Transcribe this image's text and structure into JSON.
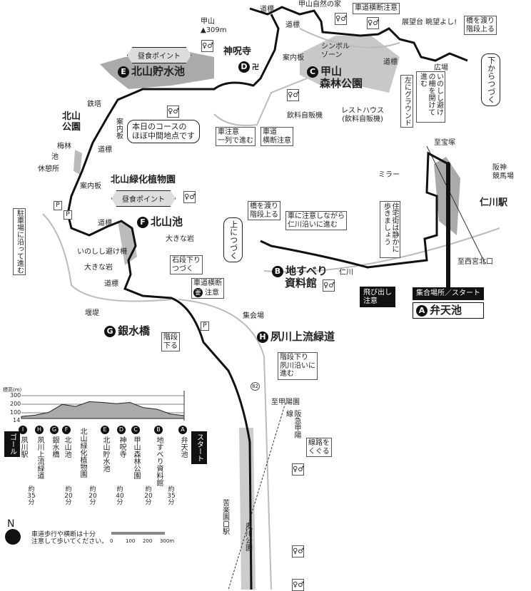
{
  "places": {
    "A": {
      "badge": "A",
      "name": "弁天池"
    },
    "B": {
      "badge": "B",
      "name1": "地すべり",
      "name2": "資料館"
    },
    "C": {
      "badge": "C",
      "name1": "甲山",
      "name2": "森林公園"
    },
    "D": {
      "badge": "D",
      "name": "神呪寺",
      "sym": "卍"
    },
    "E": {
      "badge": "E",
      "name": "北山貯水池"
    },
    "F": {
      "badge": "F",
      "name": "北山池"
    },
    "G": {
      "badge": "G",
      "name": "銀水橋"
    },
    "H": {
      "badge": "H",
      "name": "夙川上流緑道"
    }
  },
  "labels": {
    "kabutoyama_nature": "甲山自然の家",
    "michi1": "道標",
    "michi2": "道標",
    "crossing1": "車道横断注意",
    "view": "展望台 眺望よし!",
    "bridge1": "橋を渡り\n階段上る",
    "kabutoyama": "甲山",
    "summit": "▲309m",
    "lunch1": "昼食ポイント",
    "annai1": "案内板",
    "symbol": "シンボル\nゾーン",
    "michi3": "道標",
    "hiroba": "広場",
    "cont_from_below": "下からつづく",
    "left_ground": "左にグラウンド",
    "inoshishi_gate": "いのしし避けの柵を開けて進む",
    "resthouse": "レストハウス\n(飲料自販機)",
    "vending": "飲料自販機",
    "car_line": "車注意\n一列で進む",
    "crossing2": "車道\n横断注意",
    "midpoint": "本日のコースの\nほぼ中間地点です",
    "tower": "鉄塔",
    "annai2": "案内板",
    "kitayama_park": "北山\n公園",
    "plum": "梅林",
    "pond": "池",
    "rest": "休憩所",
    "michi4": "道標",
    "annai3": "案内板",
    "botanical": "北山緑化植物園",
    "lunch2": "昼食ポイント",
    "to_takarazuka": "至宝塚",
    "mirror": "ミラー",
    "racecourse": "阪神\n競馬場",
    "nigawa_st": "仁川駅",
    "residential": "住宅街は静かに歩きましょう",
    "bridge2": "橋を渡り\n階段上る",
    "car_caution": "車に注意しながら\n仁川沿いに進む",
    "cont_above": "上につづく",
    "nigawa_river": "仁川",
    "to_nishinomiya": "至西宮北口",
    "dash_out": "飛び出し\n注意",
    "start_banner": "集合場所／スタート",
    "parking_along": "駐車場に沿って進む",
    "michi5": "道標",
    "big_rock1": "大きな岩",
    "inoshishi_fence": "いのしし避け柵",
    "big_rock2": "大きな岩",
    "stone_steps": "石段下り\nつづく",
    "michi6": "道標",
    "weir": "堰堤",
    "crossing3a": "車道横断",
    "crossing3b": "注意",
    "caution_mark": "要",
    "steps_down": "階段\n下る",
    "meeting_hall": "集会場",
    "steps_river": "階段下り\n夙川沿いに\n進む",
    "route82": "82",
    "to_koyoen": "至甲陽園",
    "hankyu_koyo": "阪急甲陽線",
    "under_track": "線路を\nくぐる",
    "kurakuenguchi": "苦楽園口駅",
    "shukugawa_park": "夙川公園",
    "parking": "P",
    "toilet": "♀♂"
  },
  "elevation_profile": {
    "unit_label": "標高(m)",
    "ticks": [
      "300",
      "200",
      "100",
      "14"
    ],
    "goal": "ゴール",
    "start": "スタート",
    "stops": [
      {
        "badge": "I",
        "name": "夙川駅"
      },
      {
        "badge": "H",
        "name": "夙川上流緑道"
      },
      {
        "badge": "G",
        "name": "銀水橋"
      },
      {
        "badge": "F",
        "name": "北山池"
      },
      {
        "badge": "",
        "name": "北山緑化植物園"
      },
      {
        "badge": "E",
        "name": "北山貯水池"
      },
      {
        "badge": "D",
        "name": "神呪寺"
      },
      {
        "badge": "C",
        "name": "甲山森林公園"
      },
      {
        "badge": "B",
        "name": "地すべり資料館"
      },
      {
        "badge": "A",
        "name": "弁天池"
      }
    ],
    "times": [
      "約35分",
      "約20分",
      "約20分",
      "約40分",
      "約20分",
      "約35分"
    ],
    "elevations_m": [
      40,
      55,
      90,
      190,
      165,
      225,
      215,
      200,
      215,
      150,
      130,
      70,
      50
    ]
  },
  "notes": {
    "north": "N",
    "safety": "車道歩行や横断は十分\n注意して歩いてください。",
    "scale": [
      "0",
      "100",
      "200",
      "300m"
    ]
  }
}
